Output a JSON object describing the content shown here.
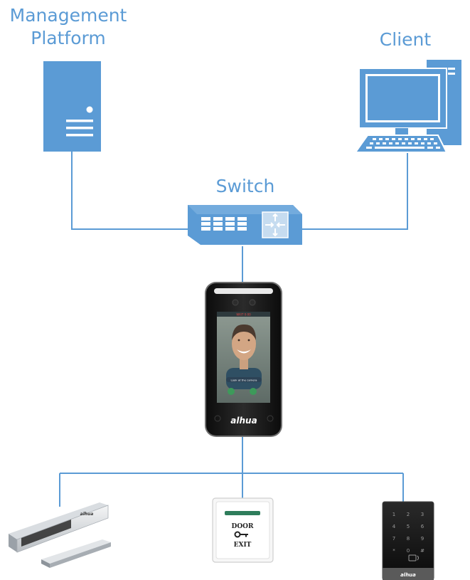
{
  "labels": {
    "management_line1": "Management",
    "management_line2": "Platform",
    "client": "Client",
    "switch": "Switch"
  },
  "device": {
    "brand": "alhua",
    "screen_prompt": "Look at the camera",
    "screen_status": "WAIT 0:00"
  },
  "exit_button": {
    "line1": "DOOR",
    "line2": "EXIT"
  },
  "card_reader": {
    "keys": [
      "1",
      "2",
      "3",
      "4",
      "5",
      "6",
      "7",
      "8",
      "9",
      "*",
      "0",
      "#"
    ],
    "brand": "alhua"
  },
  "lock": {
    "brand": "alhua"
  },
  "colors": {
    "accent": "#5b9bd5",
    "line": "#5b9bd5",
    "device_body": "#1a1a1a"
  }
}
